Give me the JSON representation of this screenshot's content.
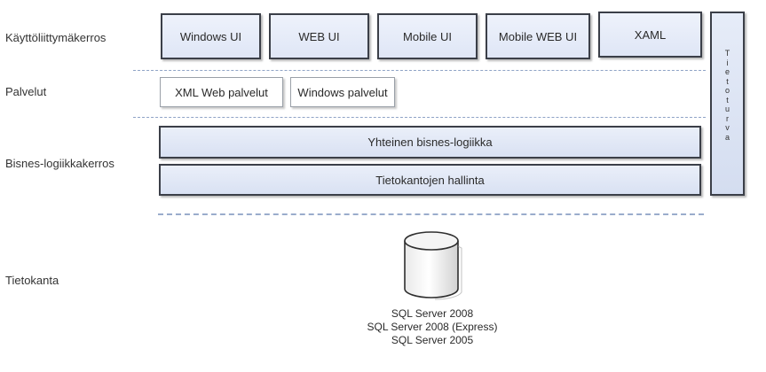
{
  "layers": {
    "ui": "Käyttöliittymäkerros",
    "services": "Palvelut",
    "business": "Bisnes-logiikkakerros",
    "database": "Tietokanta"
  },
  "ui_boxes": [
    "Windows UI",
    "WEB UI",
    "Mobile UI",
    "Mobile WEB UI",
    "XAML"
  ],
  "service_boxes": [
    "XML Web palvelut",
    "Windows palvelut"
  ],
  "business_boxes": [
    "Yhteinen bisnes-logiikka",
    "Tietokantojen hallinta"
  ],
  "security": {
    "label": "Tietoturva",
    "letters": [
      "T",
      "i",
      "e",
      "t",
      "o",
      "t",
      "u",
      "r",
      "v",
      "a"
    ]
  },
  "database": {
    "icon": "database-cylinder-icon",
    "lines": [
      "SQL Server 2008",
      "SQL Server 2008 (Express)",
      "SQL Server 2005"
    ]
  },
  "colors": {
    "box_fill": "#e3e9f7",
    "box_border": "#3b3f48",
    "dashed_line": "#8fa3c6"
  }
}
